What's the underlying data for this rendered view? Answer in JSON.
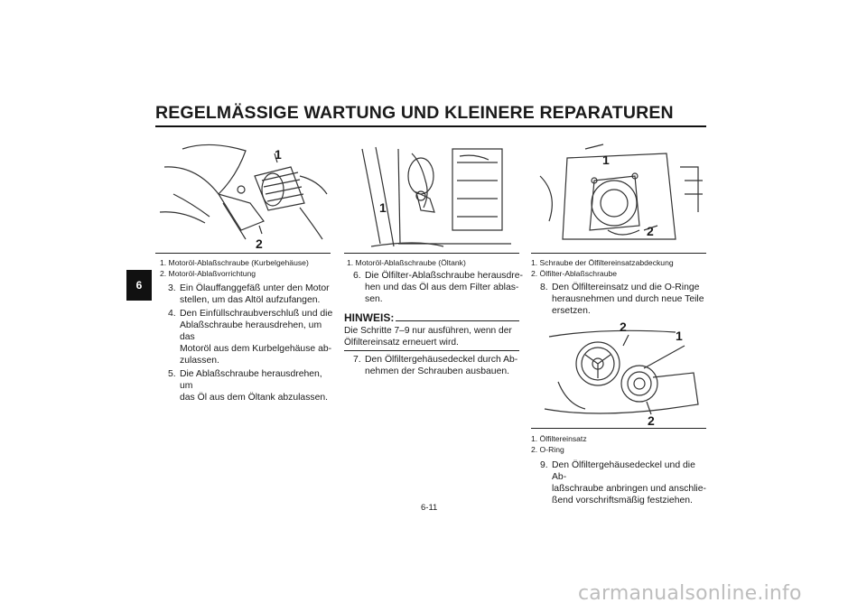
{
  "header": {
    "title": "REGELMÄSSIGE WARTUNG UND KLEINERE REPARATUREN"
  },
  "chapter_tab": "6",
  "figures": [
    {
      "callouts": [
        "1",
        "2"
      ],
      "captions": [
        "1. Motoröl-Ablaßschraube (Kurbelgehäuse)",
        "2. Motoröl-Ablaßvorrichtung"
      ]
    },
    {
      "callouts": [
        "1"
      ],
      "captions": [
        "1. Motoröl-Ablaßschraube (Öltank)"
      ]
    },
    {
      "callouts": [
        "1",
        "2"
      ],
      "captions": [
        "1. Schraube der Ölfiltereinsatzabdeckung",
        "2. Ölfilter-Ablaßschraube"
      ]
    },
    {
      "callouts": [
        "2",
        "1",
        "2"
      ],
      "captions": [
        "1. Ölfiltereinsatz",
        "2. O-Ring"
      ]
    }
  ],
  "column1_steps": [
    {
      "num": "3.",
      "text": "Ein Ölauffanggefäß unter den Motor\nstellen, um das Altöl aufzufangen."
    },
    {
      "num": "4.",
      "text": "Den Einfüllschraubverschluß und die\nAblaßschraube herausdrehen, um das\nMotoröl aus dem Kurbelgehäuse ab-\nzulassen."
    },
    {
      "num": "5.",
      "text": "Die Ablaßschraube herausdrehen, um\ndas Öl aus dem Öltank abzulassen."
    }
  ],
  "column2_step6": {
    "num": "6.",
    "text": "Die Ölfilter-Ablaßschraube herausdre-\nhen und das Öl aus dem Filter ablas-\nsen."
  },
  "hinweis": {
    "title": "HINWEIS:",
    "text": "Die Schritte 7–9 nur ausführen, wenn der\nÖlfiltereinsatz erneuert wird."
  },
  "column2_step7": {
    "num": "7.",
    "text": "Den Ölfiltergehäusedeckel durch Ab-\nnehmen der Schrauben ausbauen."
  },
  "column3_step8": {
    "num": "8.",
    "text": "Den Ölfiltereinsatz und die O-Ringe\nherausnehmen und durch neue Teile\nersetzen."
  },
  "column3_step9": {
    "num": "9.",
    "text": "Den Ölfiltergehäusedeckel und die Ab-\nlaßschraube anbringen und anschlie-\nßend vorschriftsmäßig festziehen."
  },
  "page_number": "6-11",
  "watermark": "carmanualsonline.info"
}
